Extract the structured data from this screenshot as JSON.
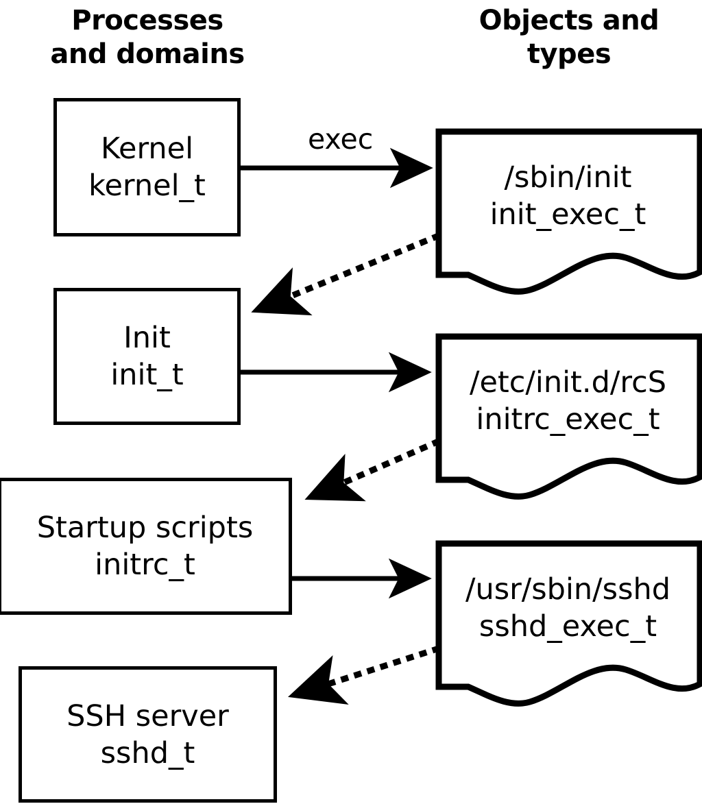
{
  "diagram": {
    "title_left": "Processes\nand domains",
    "title_right": "Objects and\ntypes",
    "stroke_color": "#000000",
    "background_color": "#ffffff"
  },
  "processes": [
    {
      "id": "kernel",
      "name": "Kernel",
      "type": "kernel_t"
    },
    {
      "id": "init",
      "name": "Init",
      "type": "init_t"
    },
    {
      "id": "initrc",
      "name": "Startup scripts",
      "type": "initrc_t"
    },
    {
      "id": "sshd",
      "name": "SSH server",
      "type": "sshd_t"
    }
  ],
  "objects": [
    {
      "id": "init_exec",
      "path": "/sbin/init",
      "type": "init_exec_t"
    },
    {
      "id": "initrc_exec",
      "path": "/etc/init.d/rcS",
      "type": "initrc_exec_t"
    },
    {
      "id": "sshd_exec",
      "path": "/usr/sbin/sshd",
      "type": "sshd_exec_t"
    }
  ],
  "edges": [
    {
      "id": "kernel-exec-init",
      "from": "kernel",
      "to": "init_exec",
      "style": "solid",
      "label": "exec"
    },
    {
      "id": "initexec-becomes-init",
      "from": "init_exec",
      "to": "init",
      "style": "dotted",
      "label": ""
    },
    {
      "id": "init-exec-rcs",
      "from": "init",
      "to": "initrc_exec",
      "style": "solid",
      "label": ""
    },
    {
      "id": "rcsexec-becomes-initrc",
      "from": "initrc_exec",
      "to": "initrc",
      "style": "dotted",
      "label": ""
    },
    {
      "id": "initrc-exec-sshd",
      "from": "initrc",
      "to": "sshd_exec",
      "style": "solid",
      "label": ""
    },
    {
      "id": "sshdexec-becomes-sshd",
      "from": "sshd_exec",
      "to": "sshd",
      "style": "dotted",
      "label": ""
    }
  ]
}
